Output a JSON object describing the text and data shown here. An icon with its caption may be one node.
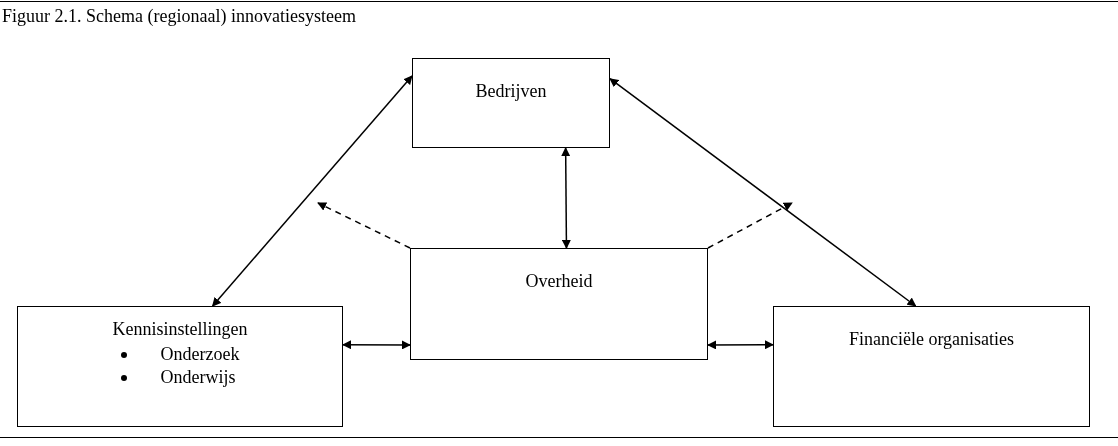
{
  "diagram": {
    "title": "Figuur 2.1. Schema (regionaal) innovatiesysteem",
    "nodes": [
      {
        "text": [
          "Bedrijven"
        ]
      },
      {
        "text": [
          "Overheid"
        ]
      },
      {
        "text": [
          "Kennisinstellingen",
          "Onderzoek",
          "Onderwijs"
        ]
      },
      {
        "text": [
          "Financiële organisaties"
        ]
      }
    ],
    "edges": [
      {
        "from": 2,
        "to": 0,
        "arrow": "both"
      },
      {
        "from": 0,
        "to": 3,
        "arrow": "both"
      },
      {
        "from": 0,
        "to": 1,
        "arrow": "both"
      },
      {
        "from": 2,
        "to": 1,
        "arrow": "both"
      },
      {
        "from": 1,
        "to": 3,
        "arrow": "both"
      },
      {
        "from": 1,
        "to": null,
        "arrow": "to",
        "style": "dashed"
      },
      {
        "from": 1,
        "to": null,
        "arrow": "to",
        "style": "dashed"
      }
    ]
  }
}
